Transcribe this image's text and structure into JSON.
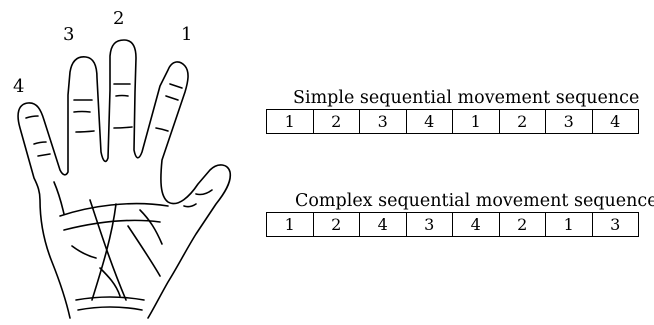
{
  "finger_labels": {
    "f1": "1",
    "f2": "2",
    "f3": "3",
    "f4": "4"
  },
  "sequences": {
    "simple": {
      "title": "Simple sequential movement sequence",
      "values": [
        "1",
        "2",
        "3",
        "4",
        "1",
        "2",
        "3",
        "4"
      ]
    },
    "complex": {
      "title": "Complex sequential movement sequence",
      "values": [
        "1",
        "2",
        "4",
        "3",
        "4",
        "2",
        "1",
        "3"
      ]
    }
  },
  "colors": {
    "ink": "#000000",
    "background": "#ffffff"
  }
}
